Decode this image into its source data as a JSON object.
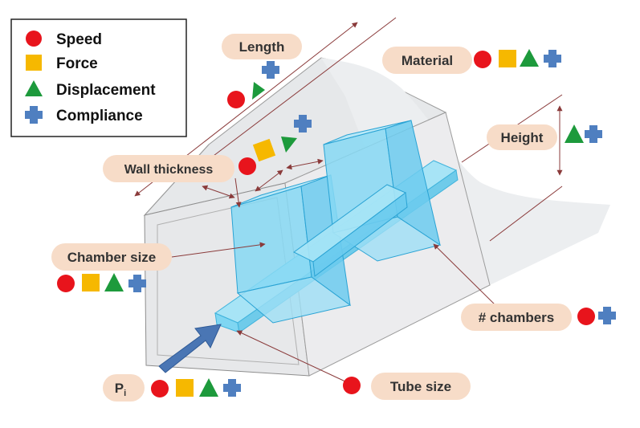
{
  "legend": {
    "items": [
      {
        "shape": "circle",
        "label": "Speed"
      },
      {
        "shape": "square",
        "label": "Force"
      },
      {
        "shape": "triangle",
        "label": "Displacement"
      },
      {
        "shape": "cross",
        "label": "Compliance"
      }
    ]
  },
  "labels": {
    "length": "Length",
    "material": "Material",
    "wall_thickness": "Wall thickness",
    "height": "Height",
    "chamber_size": "Chamber size",
    "num_chambers": "# chambers",
    "pressure_main": "P",
    "pressure_sub": "i",
    "tube_size": "Tube size"
  },
  "colors": {
    "speed": "#e8141c",
    "force": "#f6b800",
    "displacement": "#1d9a3c",
    "compliance": "#4f7fc0",
    "label_fill": "#f7dcc8",
    "chamber_fill": "#7fd6f2",
    "body_fill": "#e4e6e8",
    "arrow": "#4a76b4",
    "dimension_line": "#8a3a3a"
  }
}
